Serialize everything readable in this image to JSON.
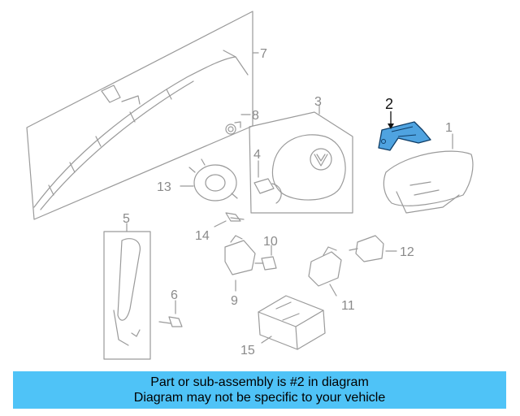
{
  "colors": {
    "banner": "#4fc3f7",
    "line": "#9a9a9a",
    "highlight_part": "#4fa3e0",
    "highlight_stroke": "#0f3d66",
    "callout_active": "#111111"
  },
  "highlighted_callout": "2",
  "callouts": {
    "c1": "1",
    "c2": "2",
    "c3": "3",
    "c4": "4",
    "c5": "5",
    "c6": "6",
    "c7": "7",
    "c8": "8",
    "c9": "9",
    "c10": "10",
    "c11": "11",
    "c12": "12",
    "c13": "13",
    "c14": "14",
    "c15": "15"
  },
  "banner": {
    "line1": "Part or sub-assembly is #2 in diagram",
    "line2": "Diagram may not be specific to your vehicle"
  }
}
